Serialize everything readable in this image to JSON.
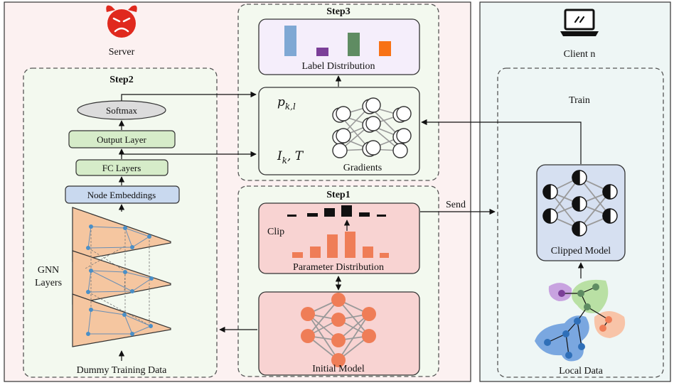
{
  "server": {
    "label": "Server",
    "step1": {
      "title": "Step1",
      "parameter_distribution": "Parameter Distribution",
      "clip": "Clip",
      "initial_model": "Initial Model"
    },
    "step2": {
      "title": "Step2",
      "softmax": "Softmax",
      "output_layer": "Output Layer",
      "fc_layers": "FC Layers",
      "node_embeddings": "Node Embeddings",
      "gnn_layers_line1": "GNN",
      "gnn_layers_line2": "Layers",
      "dummy_training_data": "Dummy Training Data"
    },
    "step3": {
      "title": "Step3",
      "label_distribution": "Label Distribution",
      "gradients": "Gradients",
      "p_symbol": "p",
      "p_subscript": "k,l",
      "i_symbol": "I",
      "i_subscript": "k",
      "t_symbol": ", T"
    }
  },
  "client": {
    "label": "Client n",
    "train": "Train",
    "clipped_model": "Clipped Model",
    "local_data": "Local Data"
  },
  "arrows": {
    "send": "Send"
  },
  "colors": {
    "server_bg": "#fcf1f1",
    "client_bg": "#eef6f5",
    "step_bg": "#f3f9ef",
    "param_box": "#f8d3d2",
    "initial_box": "#f8d3d2",
    "label_box": "#f5eefb",
    "softmax": "#dcdcdc",
    "output_layer": "#d6ecc9",
    "fc_layers": "#d6ecc9",
    "node_embeddings": "#c9d9ef",
    "gnn_layer": "#f5c6a0",
    "clipped_model": "#d6e0f1",
    "devil": "#e0291e",
    "neuron_orange": "#ef7d57",
    "bar_blue": "#7fa8d4",
    "bar_purple": "#7b3f98",
    "bar_green": "#5f8c62",
    "bar_orange": "#f87215"
  },
  "icons": {
    "server": "devil-face-icon",
    "client": "laptop-icon"
  }
}
